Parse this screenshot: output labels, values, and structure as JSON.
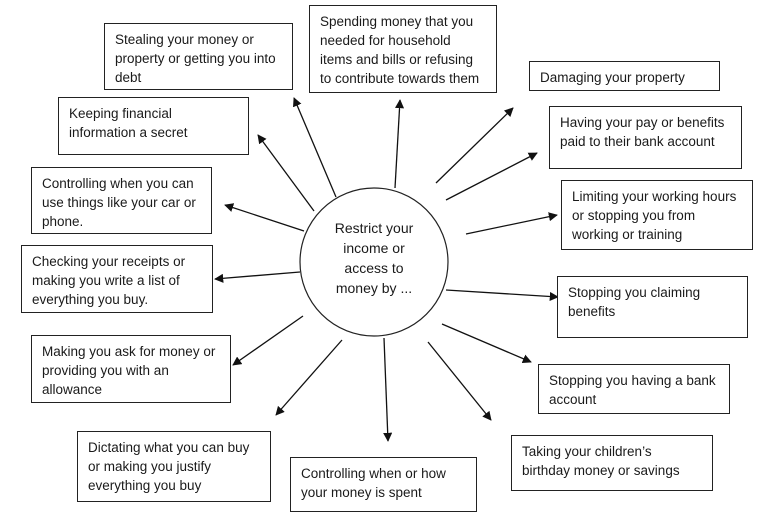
{
  "center": {
    "lines": [
      "Restrict your",
      "income or",
      "access to",
      "money by ..."
    ]
  },
  "boxes": [
    {
      "text": "Stealing your money or property or getting you into debt"
    },
    {
      "text": "Spending money that you needed for household items and bills or refusing to contribute towards them"
    },
    {
      "text": "Damaging your property"
    },
    {
      "text": "Keeping financial information a secret"
    },
    {
      "text": "Having your pay or benefits paid to their bank account"
    },
    {
      "text": "Controlling when you can use things like your car or phone."
    },
    {
      "text": "Limiting your working hours or stopping you from working or training"
    },
    {
      "text": "Checking your receipts or making you write a list of everything you buy."
    },
    {
      "text": "Stopping you claiming benefits"
    },
    {
      "text": "Making you ask for money or providing you with an allowance"
    },
    {
      "text": "Stopping you having a bank account"
    },
    {
      "text": "Dictating what you can buy or making you justify everything you buy"
    },
    {
      "text": "Taking your children’s birthday money or savings"
    },
    {
      "text": "Controlling when or how your money is spent"
    }
  ]
}
